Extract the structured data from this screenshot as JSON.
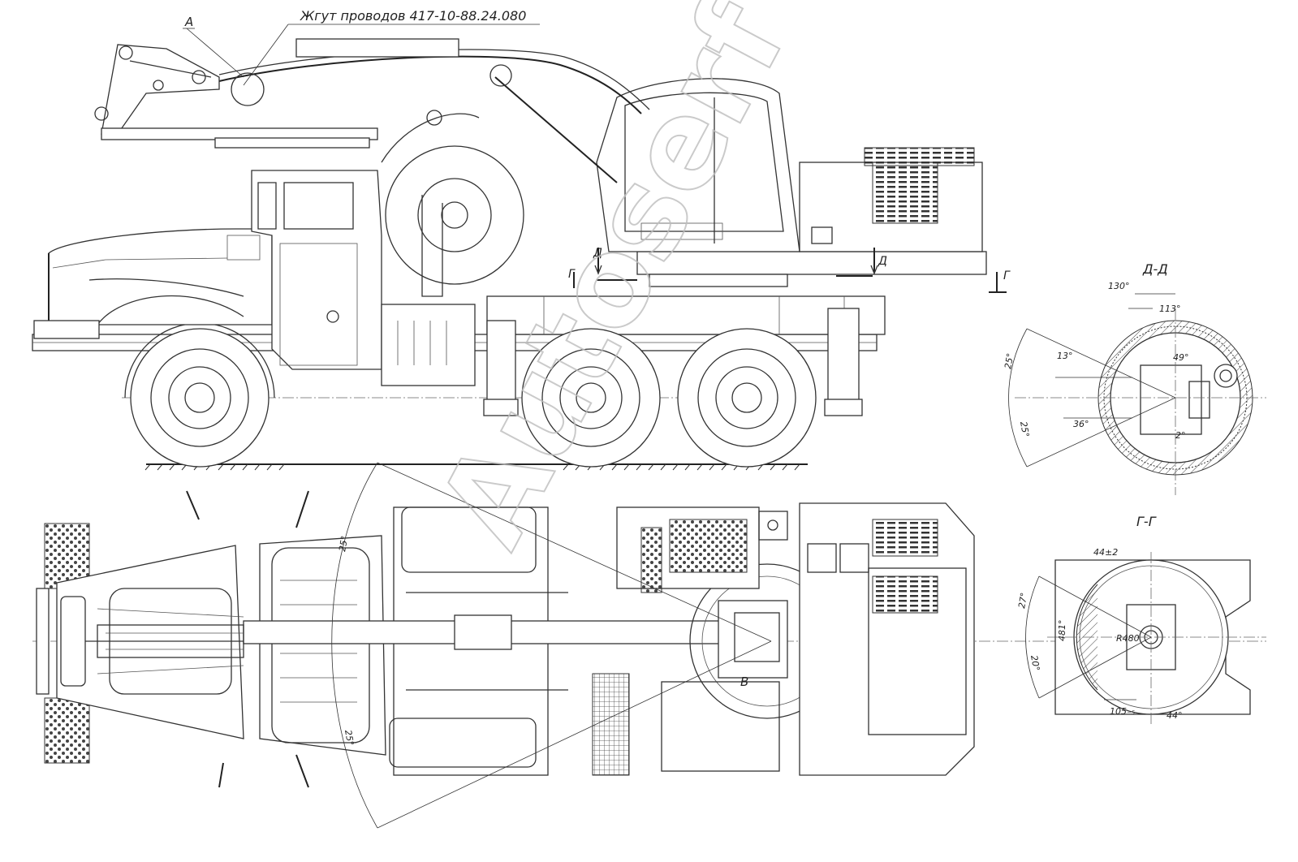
{
  "labels": {
    "harness_title": "Жгут проводов 417-10-88.24.080",
    "view_a": "А",
    "view_v": "В",
    "section_g_marker": "Г",
    "section_d_marker": "Д",
    "section_dd_title": "Д-Д",
    "section_gg_title": "Г-Г"
  },
  "dimensions": {
    "dd_130": "130°",
    "dd_113": "113°",
    "dd_13": "13°",
    "dd_49": "49°",
    "dd_25_top": "25°",
    "dd_25_bottom": "25°",
    "dd_36": "36°",
    "dd_2": "2°",
    "gg_44pm2": "44±2",
    "gg_27": "27°",
    "gg_481": "481°",
    "gg_r480": "R480",
    "gg_20": "20°",
    "gg_105": "105₋₅",
    "gg_44": "44°",
    "plan_25_top": "25°",
    "plan_25_bottom": "25°"
  },
  "watermark": "Autoserf"
}
